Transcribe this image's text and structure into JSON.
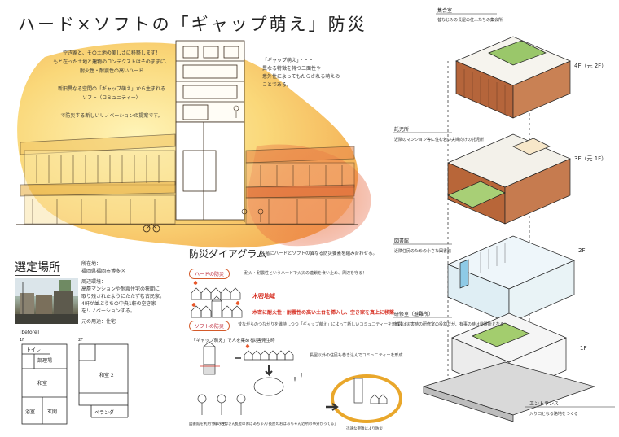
{
  "title": "ハード×ソフトの「ギャップ萌え」防災",
  "intro_lines": [
    "空き家と、その土地の美しさに移築します！",
    "もと在った土地と建物のコンテクストはそのままに、",
    "耐火性・耐震性の高いハード",
    "",
    "新旧異なる空間の「ギャップ萌え」から生まれる",
    "ソフト（コミュニティー）",
    "",
    "で防災する新しいリノベーションの提案です。"
  ],
  "quote_lines": [
    "「ギャップ萌え」・・・",
    "異なる特徴を持つ二面性や",
    "意外性によってもたらされる萌えの",
    "ことである。"
  ],
  "site": {
    "title": "選定場所",
    "address_label": "所在地：",
    "address": "福岡県福岡市博多区",
    "env_label": "周辺環境：",
    "env_lines": [
      "高層マンションや耐震住宅の狭間に",
      "取り残されたようにたたずむ古民家。",
      "4軒が並ぶうちの中央1軒の空き家",
      "をリノベーションする。"
    ],
    "use_label": "元の用途：住宅",
    "before_label": "[before]",
    "floor1_label": "1F",
    "floor2_label": "2F",
    "rooms": [
      "トイレ",
      "調理場",
      "和室",
      "浴室",
      "玄関",
      "和室 2",
      "ベランダ"
    ]
  },
  "diagram": {
    "title": "防災ダイアグラム",
    "intro": "各階にハードとソフトの異なる防災要素を組み合わせる。",
    "hard_pill": "ハードの防災",
    "hard_desc": "耐火・耐震性というハードで火災の連鎖を食い止め、周辺を守る！",
    "label_old": "木密地域",
    "label_insert": "木密に耐火性・耐震性の高い土台を挿入し、空き家を真上に移築",
    "soft_pill": "ソフトの防災",
    "soft_desc": "昔ながらのつながりを維持しつつ「ギャップ萌え」によって新しいコミュニティーを形成！",
    "gap_people": "「ギャップ萌え」で人を集める",
    "fire_label": "災害発生時",
    "help_label": "長屋以外の住民も巻き込んでコミュニティーを形成",
    "person_labels": [
      "図書館を利用する学生",
      "飲いお母さん",
      "長屋のおばあちゃん"
    ],
    "talk_label": "「長屋のおばあちゃん近所の事分かってる」",
    "evac_label": "迅速な避難により防災"
  },
  "floors": [
    {
      "caption_title": "集会室",
      "caption_desc": "昔なじみの長屋の住人たちの集会所",
      "label": "4F（元 2F）"
    },
    {
      "caption_title": "託児所",
      "caption_desc": "近隣のマンション等に住む若い夫婦向けの託児所",
      "label": "3F（元 1F）"
    },
    {
      "caption_title": "図書館",
      "caption_desc": "近隣住民のための小さな図書館",
      "label": "2F"
    },
    {
      "caption_title": "研修室（避難所）",
      "caption_desc": "普段は災害時の研修室の役割だが、有事の時は避難所となる",
      "label": "1F"
    }
  ],
  "entrance": {
    "title": "エントランス",
    "desc": "入り口となる路地をつくる"
  }
}
